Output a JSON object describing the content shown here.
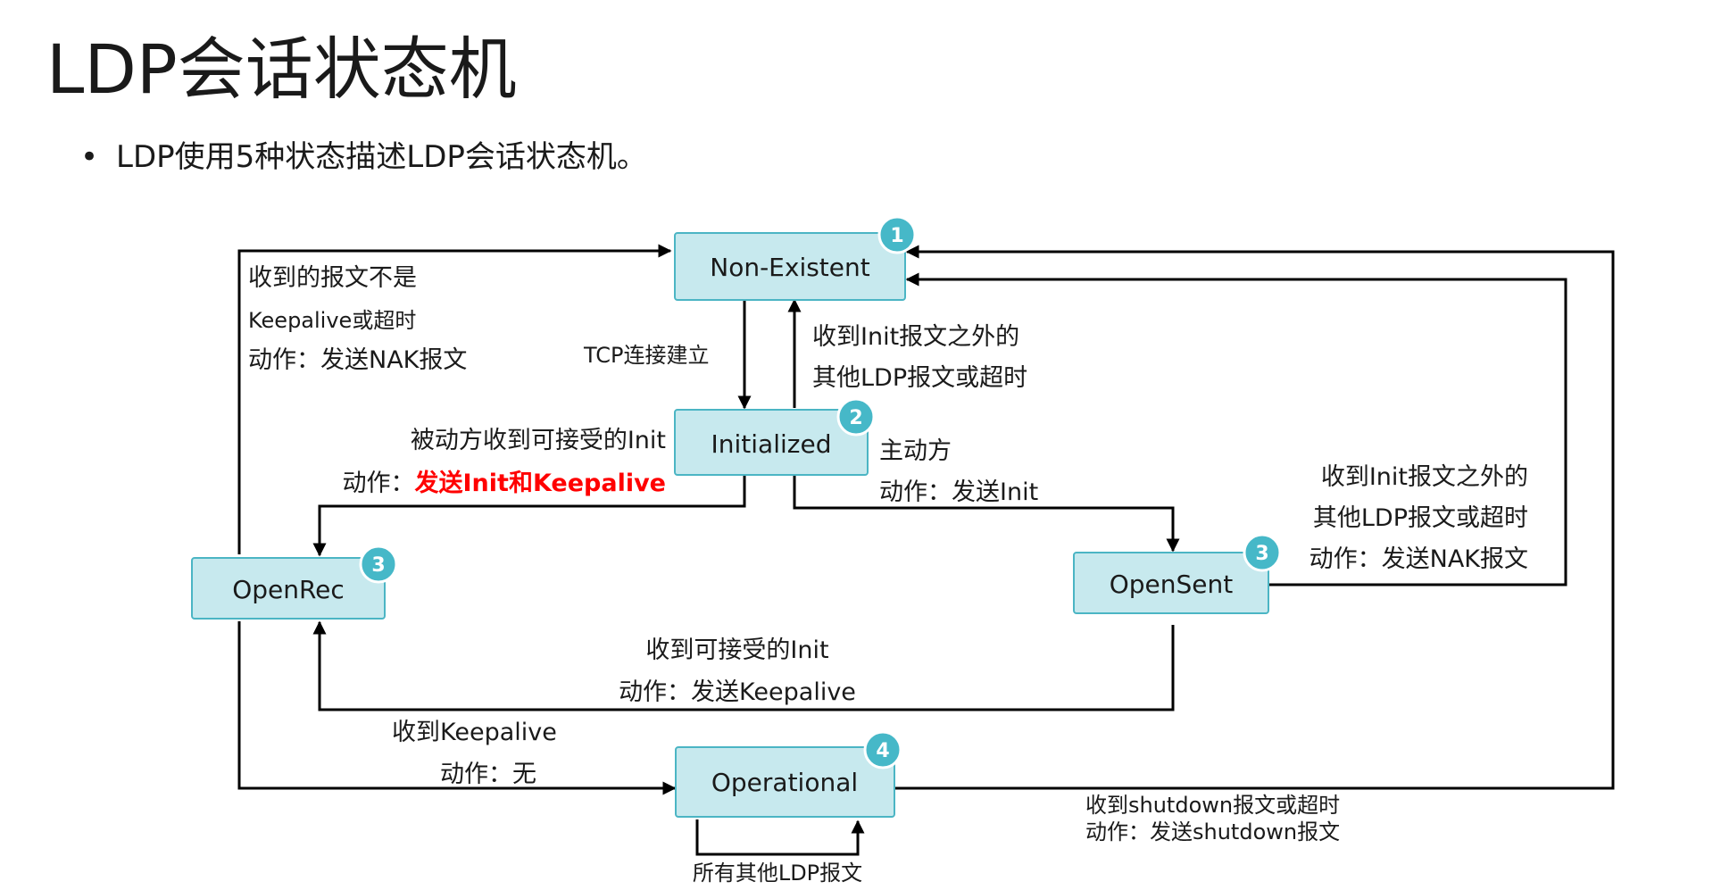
{
  "title": "LDP会话状态机",
  "bullet": "LDP使用5种状态描述LDP会话状态机。",
  "states": {
    "non_existent": {
      "label": "Non-Existent",
      "badge": "1"
    },
    "initialized": {
      "label": "Initialized",
      "badge": "2"
    },
    "openrec": {
      "label": "OpenRec",
      "badge": "3"
    },
    "opensent": {
      "label": "OpenSent",
      "badge": "3"
    },
    "operational": {
      "label": "Operational",
      "badge": "4"
    }
  },
  "transitions": {
    "any_to_nonexistent": {
      "line1": "收到的报文不是",
      "line2": "Keepalive或超时",
      "line3": "动作：发送NAK报文"
    },
    "tcp_established": {
      "text": "TCP连接建立"
    },
    "init_to_nonexistent": {
      "line1": "收到Init报文之外的",
      "line2": "其他LDP报文或超时"
    },
    "passive": {
      "line1": "被动方收到可接受的Init",
      "action_prefix": "动作：",
      "action_highlight": "发送Init和Keepalive"
    },
    "active": {
      "line1": "主动方",
      "line2": "动作：发送Init"
    },
    "opensent_to_nonexistent": {
      "line1": "收到Init报文之外的",
      "line2": "其他LDP报文或超时",
      "line3": "动作：发送NAK报文"
    },
    "opensent_to_openrec": {
      "line1": "收到可接受的Init",
      "line2": "动作：发送Keepalive"
    },
    "openrec_to_operational": {
      "line1": "收到Keepalive",
      "line2": "动作：无"
    },
    "operational_shutdown": {
      "line1": "收到shutdown报文或超时",
      "line2": "动作：发送shutdown报文"
    },
    "operational_self": {
      "text": "所有其他LDP报文"
    }
  },
  "colors": {
    "box_fill": "#c7e9ee",
    "box_stroke": "#4bb5c4",
    "badge": "#46b8c8",
    "highlight": "#ff0000"
  }
}
